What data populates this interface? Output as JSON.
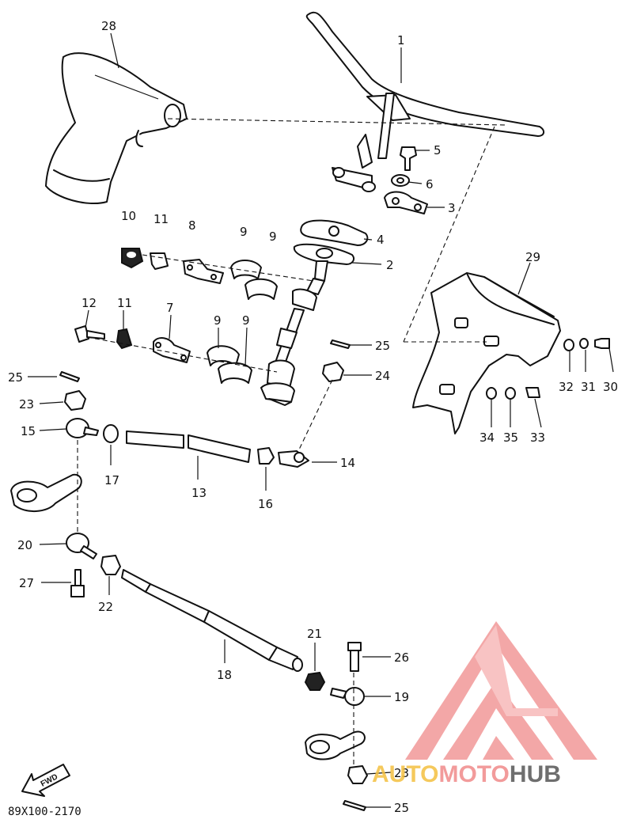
{
  "diagram": {
    "code": "89X100-2170",
    "fwd_label": "FWD",
    "callouts": [
      {
        "id": "c28",
        "label": "28"
      },
      {
        "id": "c1",
        "label": "1"
      },
      {
        "id": "c5",
        "label": "5"
      },
      {
        "id": "c6",
        "label": "6"
      },
      {
        "id": "c3",
        "label": "3"
      },
      {
        "id": "c10",
        "label": "10"
      },
      {
        "id": "c11a",
        "label": "11"
      },
      {
        "id": "c8",
        "label": "8"
      },
      {
        "id": "c9a",
        "label": "9"
      },
      {
        "id": "c9b",
        "label": "9"
      },
      {
        "id": "c4",
        "label": "4"
      },
      {
        "id": "c2",
        "label": "2"
      },
      {
        "id": "c29",
        "label": "29"
      },
      {
        "id": "c12",
        "label": "12"
      },
      {
        "id": "c11b",
        "label": "11"
      },
      {
        "id": "c7",
        "label": "7"
      },
      {
        "id": "c9c",
        "label": "9"
      },
      {
        "id": "c9d",
        "label": "9"
      },
      {
        "id": "c25a",
        "label": "25"
      },
      {
        "id": "c24",
        "label": "24"
      },
      {
        "id": "c32",
        "label": "32"
      },
      {
        "id": "c31",
        "label": "31"
      },
      {
        "id": "c30",
        "label": "30"
      },
      {
        "id": "c25b",
        "label": "25"
      },
      {
        "id": "c23a",
        "label": "23"
      },
      {
        "id": "c15",
        "label": "15"
      },
      {
        "id": "c17",
        "label": "17"
      },
      {
        "id": "c13",
        "label": "13"
      },
      {
        "id": "c16",
        "label": "16"
      },
      {
        "id": "c14",
        "label": "14"
      },
      {
        "id": "c34",
        "label": "34"
      },
      {
        "id": "c35",
        "label": "35"
      },
      {
        "id": "c33",
        "label": "33"
      },
      {
        "id": "c20",
        "label": "20"
      },
      {
        "id": "c27",
        "label": "27"
      },
      {
        "id": "c22",
        "label": "22"
      },
      {
        "id": "c18",
        "label": "18"
      },
      {
        "id": "c21",
        "label": "21"
      },
      {
        "id": "c26",
        "label": "26"
      },
      {
        "id": "c19",
        "label": "19"
      },
      {
        "id": "c23b",
        "label": "23"
      },
      {
        "id": "c25c",
        "label": "25"
      }
    ]
  },
  "watermark": {
    "part1": "AUTO",
    "part2": "MOTO",
    "part3": "HUB",
    "colors": {
      "primary": "#f08a8a",
      "secondary": "#f4c040",
      "dark": "#555555"
    }
  }
}
